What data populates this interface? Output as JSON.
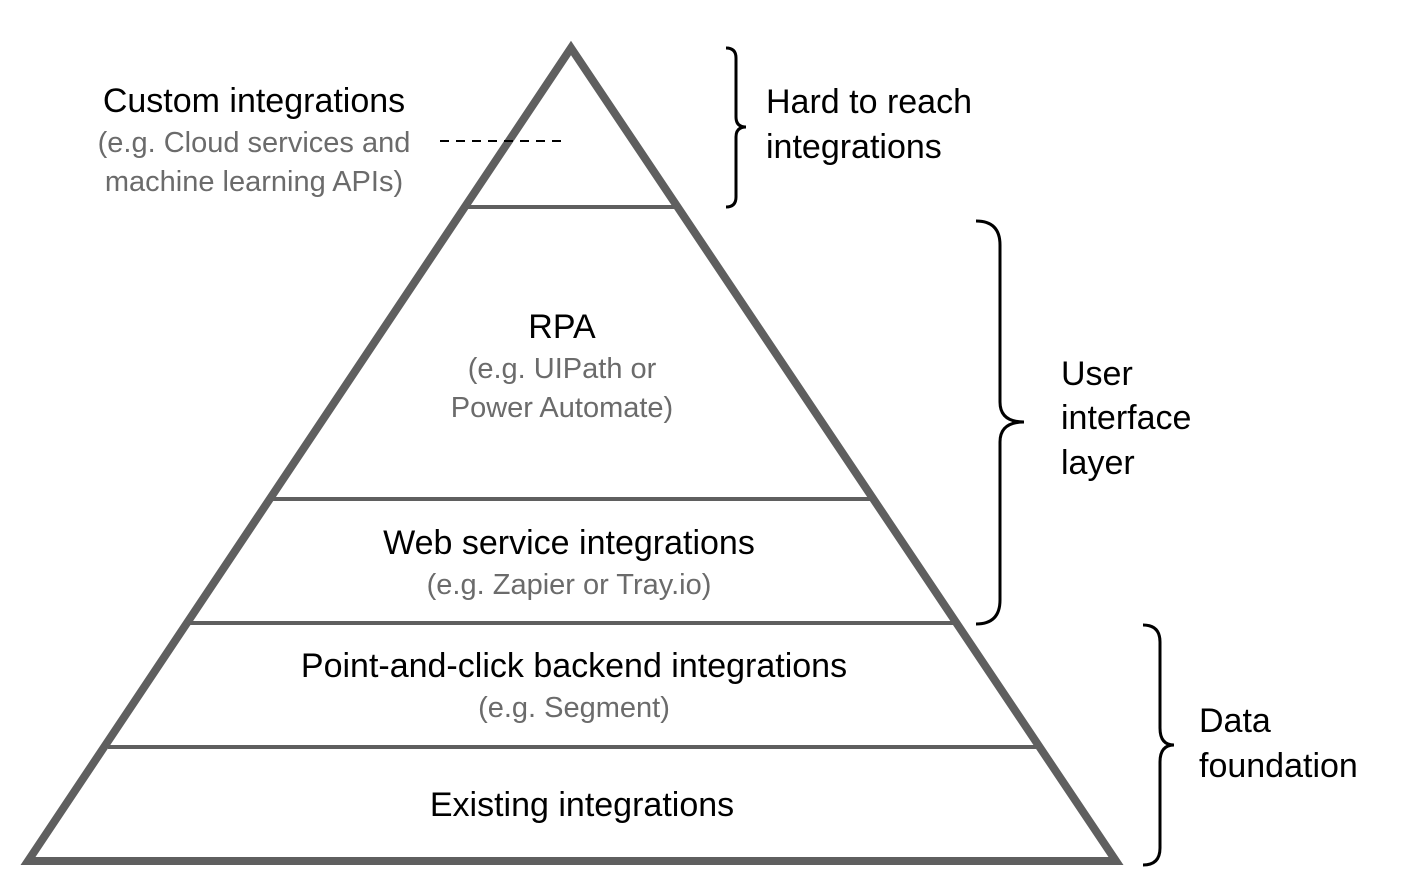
{
  "colors": {
    "pyramid_stroke": "#5f5f5f",
    "main_text": "#000000",
    "sub_text": "#6b6b6b",
    "brace": "#000000"
  },
  "tiers": {
    "custom": {
      "title": "Custom integrations",
      "sub_line1": "(e.g. Cloud services and",
      "sub_line2": "machine learning APIs)"
    },
    "rpa": {
      "title": "RPA",
      "sub_line1": "(e.g. UIPath or",
      "sub_line2": "Power Automate)"
    },
    "web_service": {
      "title": "Web service integrations",
      "sub_line1": "(e.g. Zapier or Tray.io)"
    },
    "point_and_click": {
      "title": "Point-and-click backend integrations",
      "sub_line1": "(e.g. Segment)"
    },
    "existing": {
      "title": "Existing integrations"
    }
  },
  "groups": {
    "hard_to_reach": {
      "line1": "Hard to reach",
      "line2": "integrations"
    },
    "user_interface": {
      "line1": "User",
      "line2": "interface",
      "line3": "layer"
    },
    "data_foundation": {
      "line1": "Data",
      "line2": "foundation"
    }
  }
}
